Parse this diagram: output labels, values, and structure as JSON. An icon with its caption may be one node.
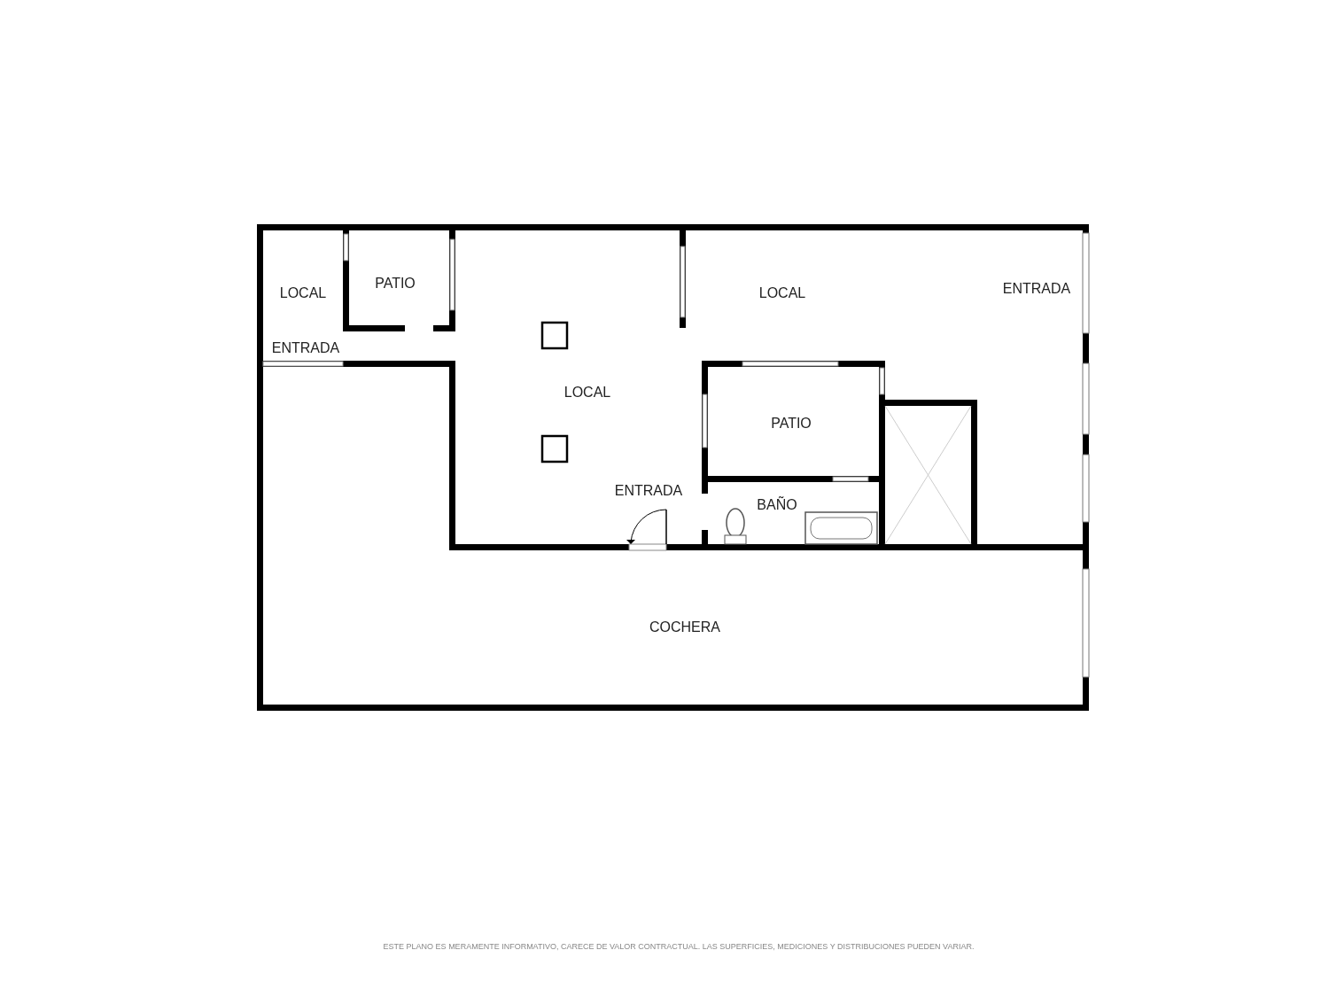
{
  "diagram": {
    "labels": [
      "LOCAL",
      "PATIO",
      "LOCAL",
      "ENTRADA",
      "ENTRADA",
      "LOCAL",
      "PATIO",
      "ENTRADA",
      "BAÑO",
      "COCHERA",
      "ESTE PLANO ES MERAMENTE INFORMATIVO, CARECE DE VALOR CONTRACTUAL. LAS SUPERFICIES, MEDICIONES Y DISTRIBUCIONES PUEDEN VARIAR."
    ]
  }
}
